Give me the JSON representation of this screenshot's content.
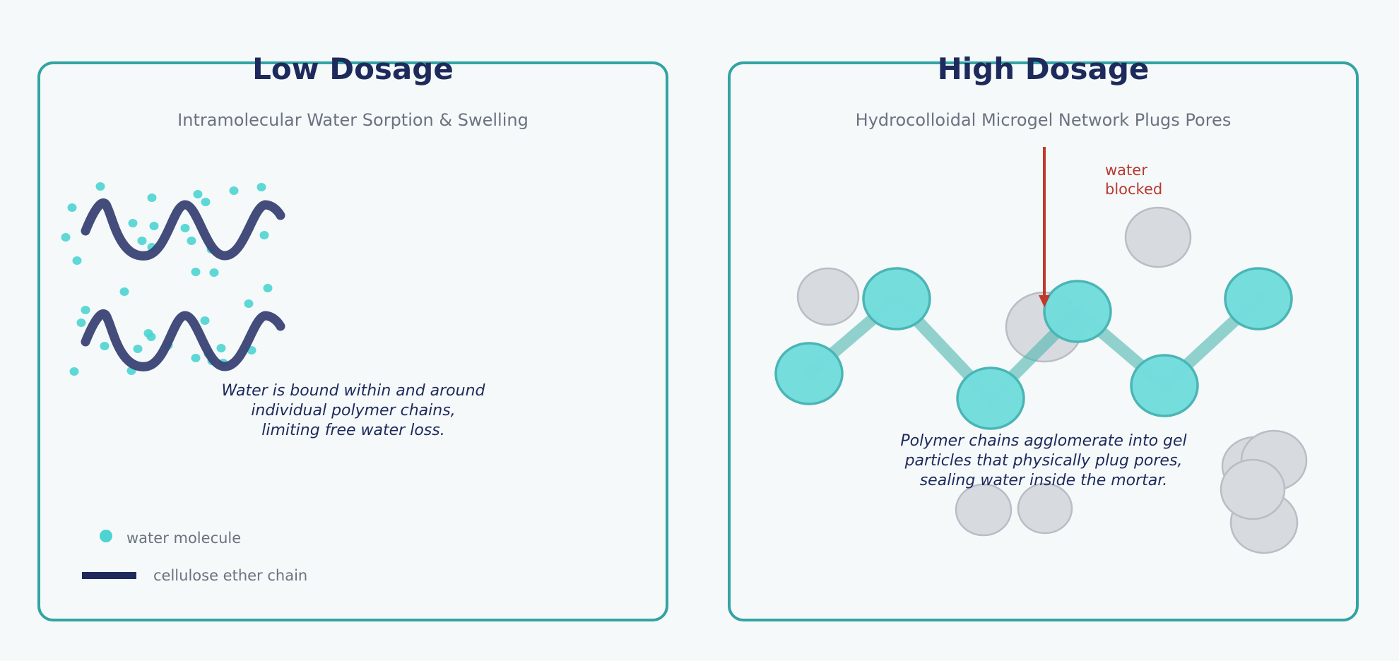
{
  "left_panel": {
    "title": "Low Dosage",
    "subtitle": "Intramolecular Water Sorption & Swelling",
    "caption": "Water is bound within and around\nindividual polymer chains,\nlimiting free water loss."
  },
  "right_panel": {
    "title": "High Dosage",
    "subtitle": "Hydrocolloidal Microgel Network Plugs Pores",
    "caption": "Polymer chains agglomerate into gel\nparticles that physically plug pores,\nsealing water inside the mortar.",
    "annotation": "water\nblocked"
  },
  "legend": {
    "water_label": "water molecule",
    "chain_label": "cellulose ether chain"
  },
  "colors": {
    "panel_border": "#33a3a3",
    "title": "#1e2a5c",
    "subtitle": "#6b7280",
    "chain": "#3d4677",
    "water": "#4dd4d2",
    "gel_fill": "#72dcdc",
    "gel_stroke": "#4bb5b5",
    "gel_link": "#4db6b0",
    "pore_fill": "#d7dadf",
    "pore_stroke": "#b9bdc4",
    "arrow": "#c0392b",
    "background": "#f5f9fa"
  }
}
